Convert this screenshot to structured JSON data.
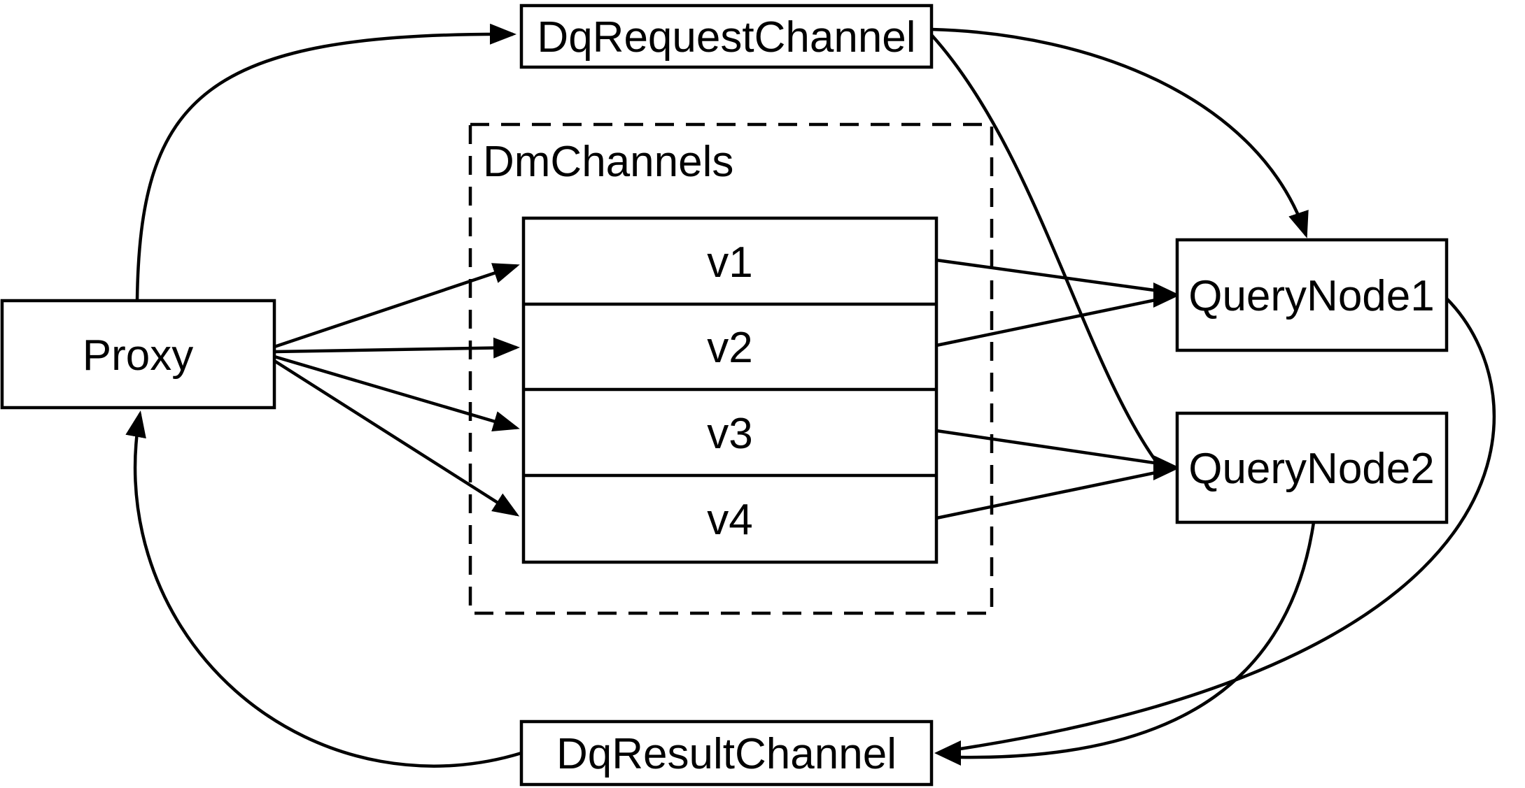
{
  "diagram": {
    "background_color": "#ffffff",
    "line_color": "#000000",
    "nodes": {
      "proxy": "Proxy",
      "dq_request_channel": "DqRequestChannel",
      "dm_channels_group": "DmChannels",
      "channels": [
        "v1",
        "v2",
        "v3",
        "v4"
      ],
      "query_node_1": "QueryNode1",
      "query_node_2": "QueryNode2",
      "dq_result_channel": "DqResultChannel"
    },
    "edges": [
      {
        "from": "Proxy",
        "to": "DqRequestChannel"
      },
      {
        "from": "Proxy",
        "to": "v1"
      },
      {
        "from": "Proxy",
        "to": "v2"
      },
      {
        "from": "Proxy",
        "to": "v3"
      },
      {
        "from": "Proxy",
        "to": "v4"
      },
      {
        "from": "v1",
        "to": "QueryNode1"
      },
      {
        "from": "v2",
        "to": "QueryNode1"
      },
      {
        "from": "v3",
        "to": "QueryNode2"
      },
      {
        "from": "v4",
        "to": "QueryNode2"
      },
      {
        "from": "DqRequestChannel",
        "to": "QueryNode1"
      },
      {
        "from": "DqRequestChannel",
        "to": "QueryNode2"
      },
      {
        "from": "QueryNode1",
        "to": "DqResultChannel"
      },
      {
        "from": "QueryNode2",
        "to": "DqResultChannel"
      },
      {
        "from": "DqResultChannel",
        "to": "Proxy"
      }
    ]
  }
}
